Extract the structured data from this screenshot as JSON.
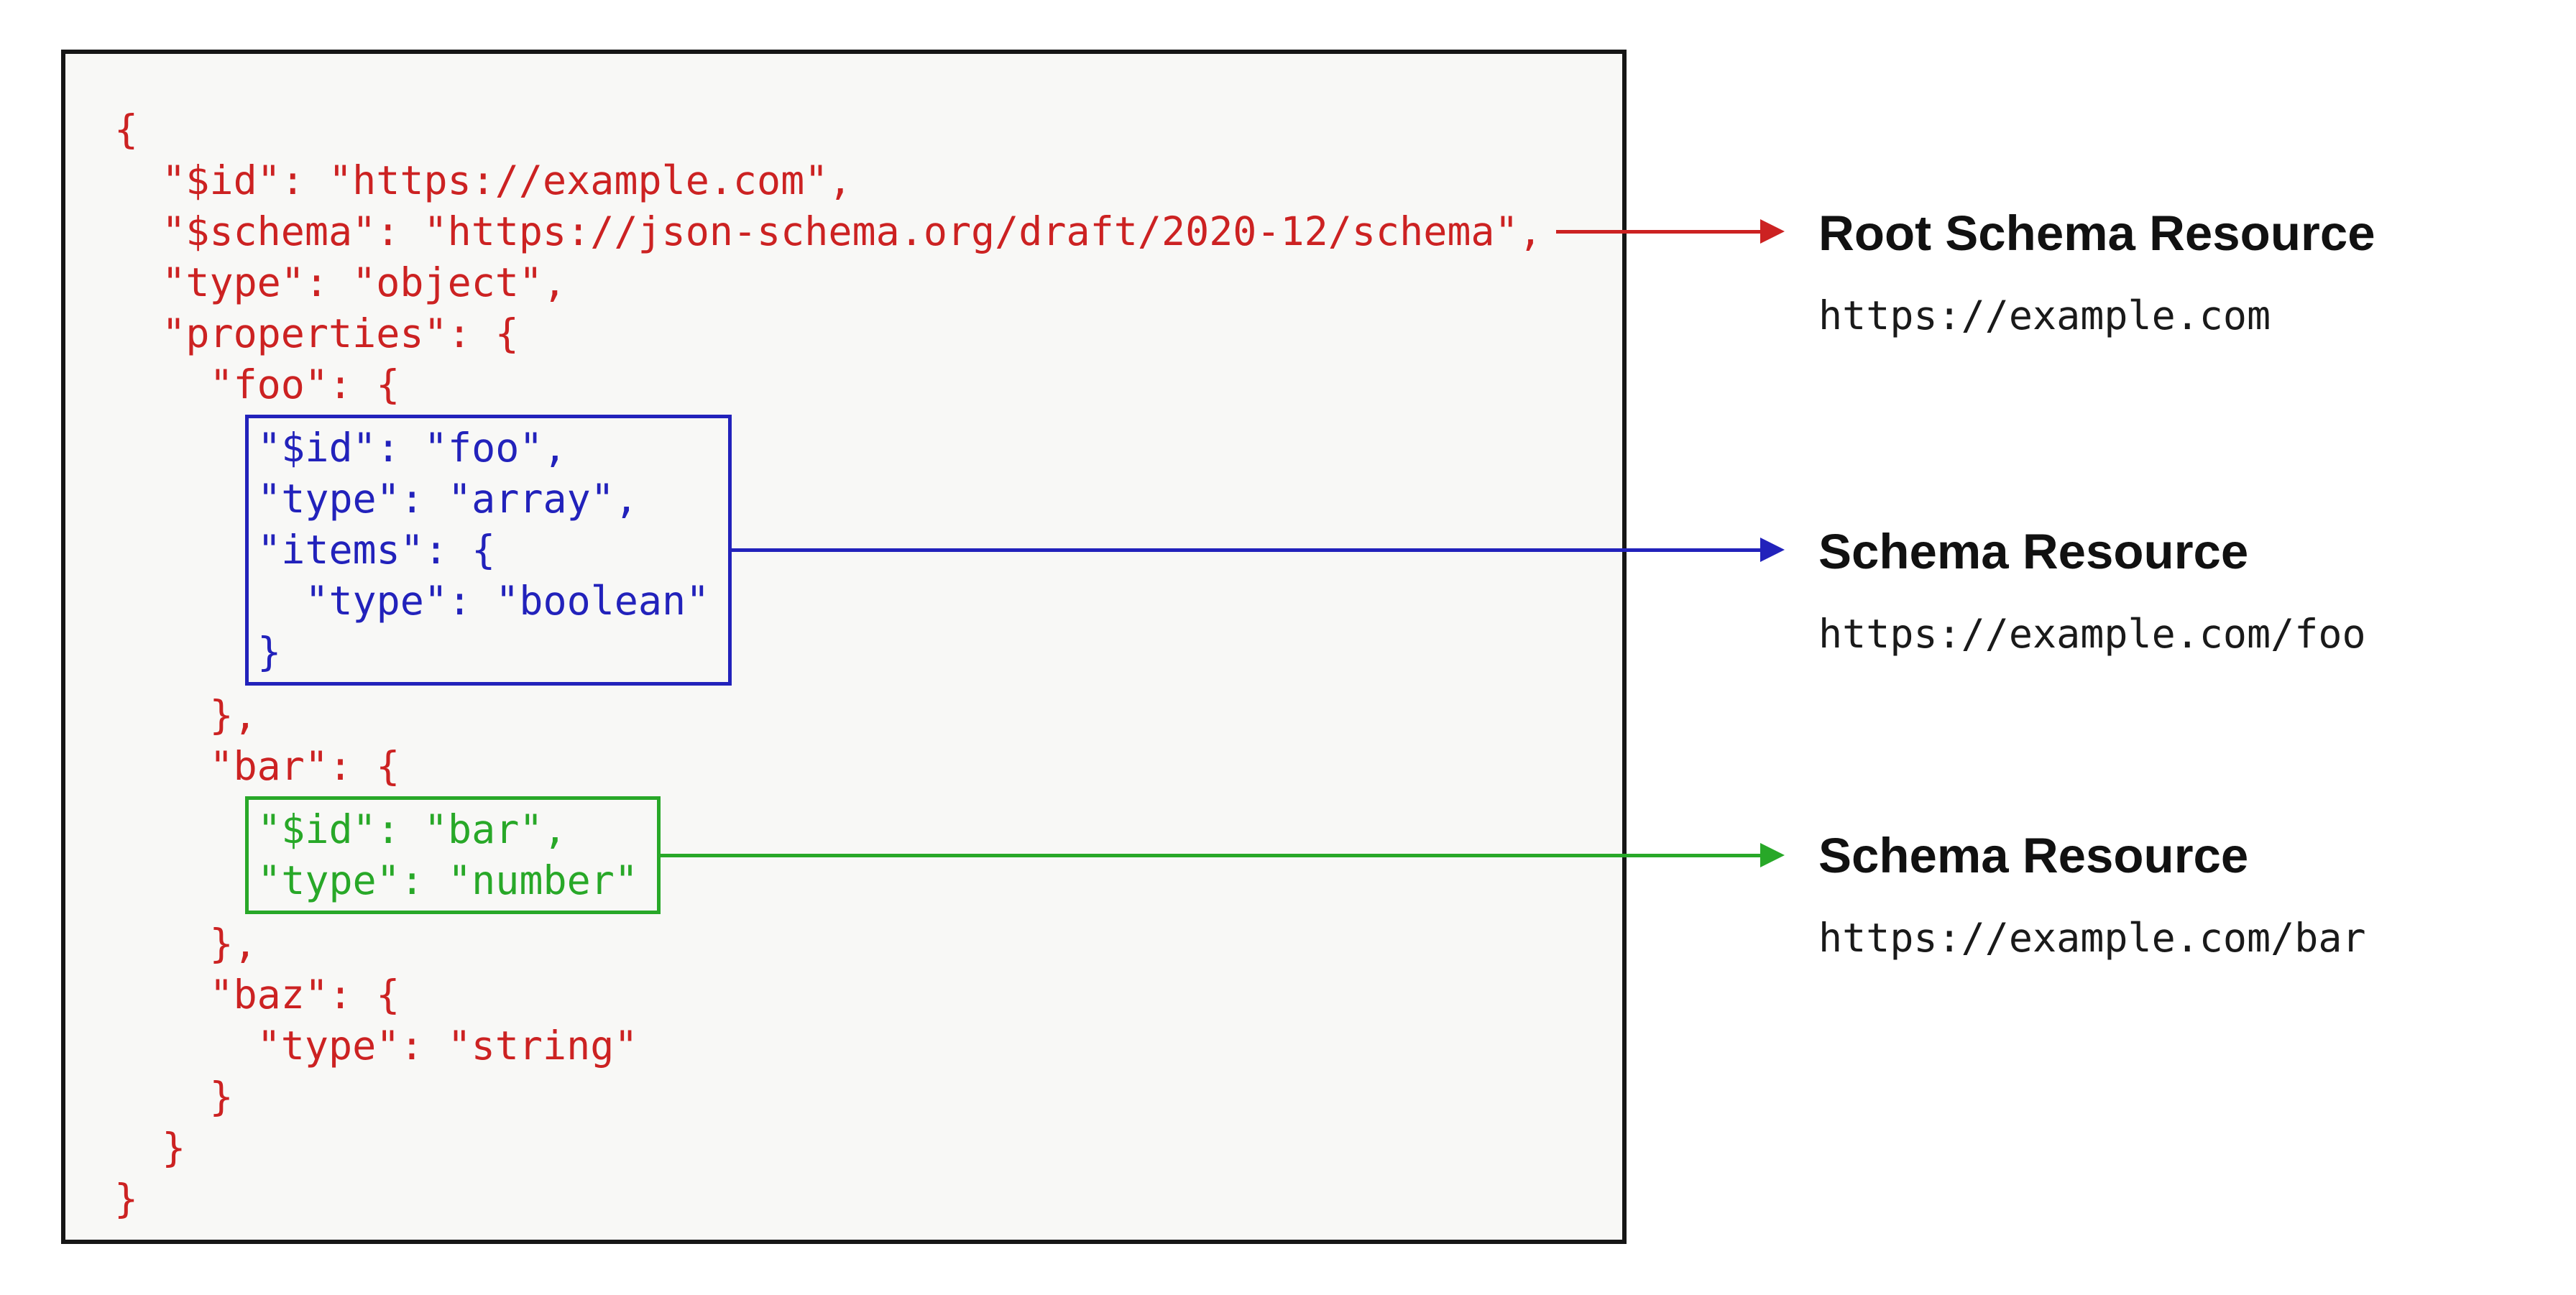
{
  "colors": {
    "red": "#cc2222",
    "blue": "#2222bb",
    "green": "#28a828",
    "panel_border": "#161616",
    "panel_bg": "#f8f8f6",
    "text": "#111111"
  },
  "code": {
    "segments": [
      {
        "kind": "plain",
        "color": "red",
        "lines": [
          "{",
          "  \"$id\": \"https://example.com\",",
          "  \"$schema\": \"https://json-schema.org/draft/2020-12/schema\",",
          "  \"type\": \"object\",",
          "  \"properties\": {",
          "    \"foo\": {"
        ]
      },
      {
        "kind": "box",
        "color": "blue",
        "name": "foo-schema-resource-box",
        "lines": [
          "\"$id\": \"foo\",",
          "\"type\": \"array\",",
          "\"items\": {",
          "  \"type\": \"boolean\"",
          "}"
        ]
      },
      {
        "kind": "plain",
        "color": "red",
        "lines": [
          "    },",
          "    \"bar\": {"
        ]
      },
      {
        "kind": "box",
        "color": "green",
        "name": "bar-schema-resource-box",
        "lines": [
          "\"$id\": \"bar\",",
          "\"type\": \"number\""
        ]
      },
      {
        "kind": "plain",
        "color": "red",
        "lines": [
          "    },",
          "    \"baz\": {",
          "      \"type\": \"string\"",
          "    }",
          "  }",
          "}"
        ]
      }
    ]
  },
  "annotations": [
    {
      "id": "root",
      "color": "red",
      "title": "Root Schema Resource",
      "url": "https://example.com"
    },
    {
      "id": "foo",
      "color": "blue",
      "title": "Schema Resource",
      "url": "https://example.com/foo"
    },
    {
      "id": "bar",
      "color": "green",
      "title": "Schema Resource",
      "url": "https://example.com/bar"
    }
  ]
}
